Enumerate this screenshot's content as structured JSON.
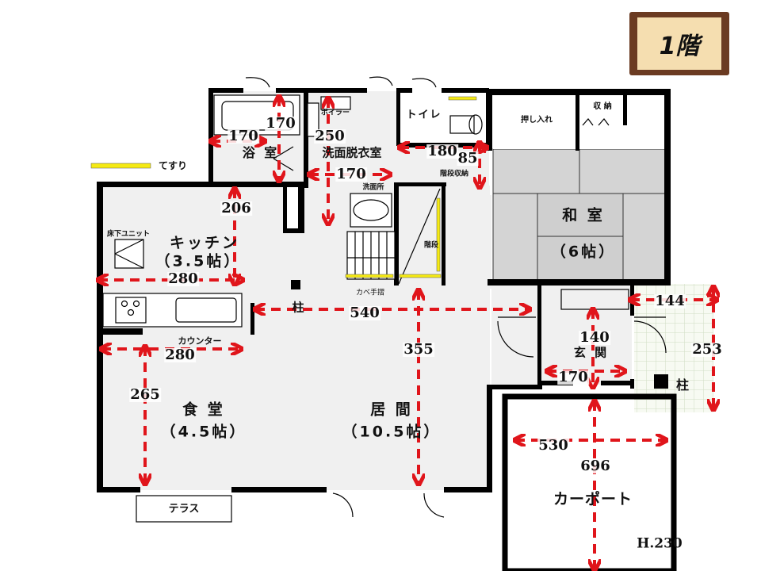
{
  "floor_sign": "1階",
  "rooms": {
    "bath": "浴 室",
    "washroom": "洗面脱衣室",
    "toilet": "トイレ",
    "kitchen": "キッチン",
    "kitchen_size": "（3.5帖）",
    "dining": "食 堂",
    "dining_size": "（4.5帖）",
    "living": "居 間",
    "living_size": "（10.5帖）",
    "japanese": "和 室",
    "japanese_size": "（6帖）",
    "entrance": "玄 関",
    "carport": "カーポート",
    "terrace": "テラス"
  },
  "labels": {
    "boiler": "ボイラー",
    "sink": "洗面所",
    "stair_storage": "階段収納",
    "stairs": "階段",
    "wall_rail": "カベ手摺",
    "underfloor_unit": "床下ユニット",
    "counter": "カウンター",
    "closet": "押し入れ",
    "storage": "収 納",
    "pillar1": "柱",
    "pillar2": "柱",
    "handrail_legend": "てすり",
    "carport_height": "H.230"
  },
  "dimensions": {
    "bath_v": "170",
    "bath_h": "170",
    "wash_v": "250",
    "wash_h": "170",
    "hall_h": "180",
    "hall_v": "85",
    "kitchen_v": "206",
    "kitchen_h": "280",
    "ldk_h": "540",
    "dining_h": "280",
    "dining_v": "265",
    "living_v": "355",
    "porch_h": "144",
    "porch_v": "253",
    "entrance_v": "140",
    "entrance_h": "170",
    "carport_h": "530",
    "carport_v": "696"
  },
  "colors": {
    "wall": "#000000",
    "dimension": "#e0151b",
    "handrail": "#f5ea14",
    "floor": "#f0f0f0",
    "tatami": "#d4d4d4"
  }
}
